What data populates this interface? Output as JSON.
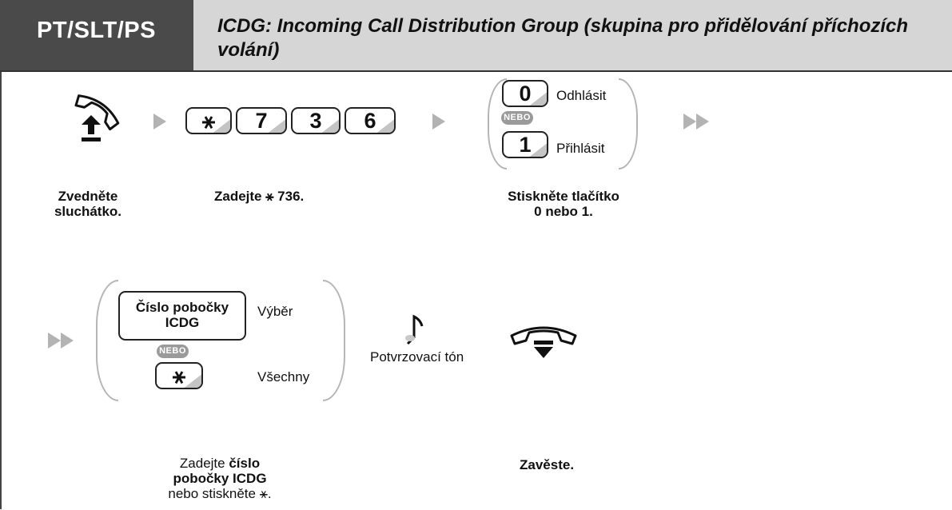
{
  "header": {
    "badge": "PT/SLT/PS",
    "title": "ICDG: Incoming Call Distribution Group (skupina pro přidělování příchozích volání)"
  },
  "row1": {
    "keys": [
      "⚹",
      "7",
      "3",
      "6"
    ],
    "option_0": {
      "key": "0",
      "label": "Odhlásit"
    },
    "or_label": "NEBO",
    "option_1": {
      "key": "1",
      "label": "Přihlásit"
    },
    "cap_offhook": [
      "Zvedněte",
      "sluchátko."
    ],
    "cap_dial_prefix": "Zadejte ",
    "cap_dial_code": "⚹ 736",
    "cap_dial_suffix": ".",
    "cap_press_line1": "Stiskněte tlačítko",
    "cap_press_b1": "0",
    "cap_press_mid": " nebo ",
    "cap_press_b2": "1",
    "cap_press_end": "."
  },
  "row2": {
    "ext_key_line1": "Číslo pobočky",
    "ext_key_line2": "ICDG",
    "ext_label": "Výběr",
    "or_label": "NEBO",
    "star_key": "⚹",
    "star_label": "Všechny",
    "tone_label": "Potvrzovací tón",
    "cap_enter_prefix": "Zadejte ",
    "cap_enter_b1": "číslo",
    "cap_enter_b2": "pobočky ICDG",
    "cap_enter_line3": "nebo stiskněte ⚹.",
    "cap_hangup": "Zavěste."
  },
  "colors": {
    "badge_bg": "#4a4a4a",
    "title_bg": "#d6d6d6",
    "arrow": "#b3b3b3"
  },
  "icons": [
    "handset-offhook-icon",
    "handset-onhook-icon",
    "music-note-icon"
  ]
}
